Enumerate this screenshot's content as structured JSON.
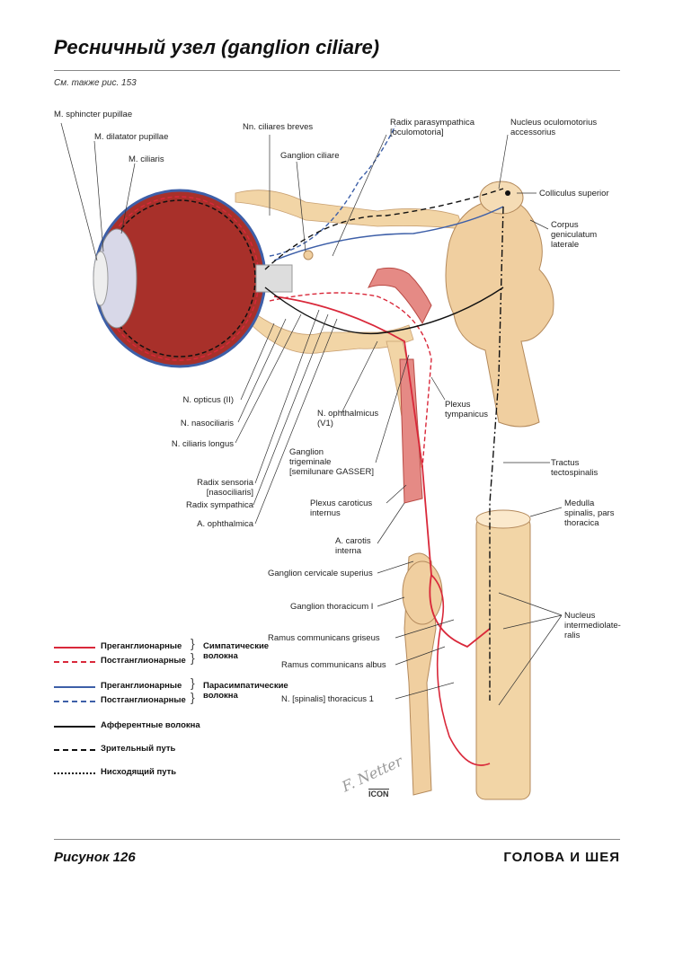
{
  "header": {
    "title": "Ресничный узел (ganglion ciliare)",
    "see_also": "См. также рис. 153"
  },
  "labels": {
    "m_sphincter": "M. sphincter pupillae",
    "m_dilatator": "M. dilatator pupillae",
    "m_ciliaris": "M. ciliaris",
    "nn_ciliares": "Nn. ciliares breves",
    "ganglion_ciliare": "Ganglion ciliare",
    "radix_para": "Radix parasympathica",
    "radix_para_2": "[oculomotoria]",
    "nucleus_oculo": "Nucleus oculomotorius",
    "nucleus_oculo_2": "accessorius",
    "colliculus": "Colliculus superior",
    "corpus_1": "Corpus",
    "corpus_2": "geniculatum",
    "corpus_3": "laterale",
    "n_opticus": "N. opticus (II)",
    "n_nasociliaris": "N. nasociliaris",
    "n_ciliaris_longus": "N. ciliaris longus",
    "radix_sensoria_1": "Radix sensoria",
    "radix_sensoria_2": "[nasociliaris]",
    "radix_sympathica": "Radix sympathica",
    "a_ophthalmica": "A. ophthalmica",
    "n_ophthalmicus_1": "N. ophthalmicus",
    "n_ophthalmicus_2": "(V1)",
    "plexus_tymp_1": "Plexus",
    "plexus_tymp_2": "tympanicus",
    "gang_trig_1": "Ganglion",
    "gang_trig_2": "trigeminale",
    "gang_trig_3": "[semilunare GASSER]",
    "tractus_1": "Tractus",
    "tractus_2": "tectospinalis",
    "plexus_carot_1": "Plexus caroticus",
    "plexus_carot_2": "internus",
    "a_carotis_1": "A. carotis",
    "a_carotis_2": "interna",
    "medulla_1": "Medulla",
    "medulla_2": "spinalis, pars",
    "medulla_3": "thoracica",
    "gang_cerv": "Ganglion cervicale superius",
    "gang_thor": "Ganglion thoracicum I",
    "nucleus_im_1": "Nucleus",
    "nucleus_im_2": "intermediolate-",
    "nucleus_im_3": "ralis",
    "ramus_gris": "Ramus communicans griseus",
    "ramus_albus": "Ramus communicans albus",
    "n_thor": "N. [spinalis] thoracicus 1"
  },
  "legend": {
    "pre": "Преганглионарные",
    "post": "Постганглионарные",
    "symp": "Симпатические",
    "symp_2": "волокна",
    "para": "Парасимпатические",
    "para_2": "волокна",
    "afferent": "Афферентные волокна",
    "visual": "Зрительный путь",
    "descending": "Нисходящий путь"
  },
  "colors": {
    "sympathetic": "#d9283a",
    "parasympathetic": "#3d5fa8",
    "nerve": "#f2d5a6",
    "eye": "#a8302a"
  },
  "footer": {
    "figure": "Рисунок 126",
    "section": "ГОЛОВА И ШЕЯ"
  },
  "signature": {
    "artist": "F. Netter",
    "logo": "ICON"
  }
}
